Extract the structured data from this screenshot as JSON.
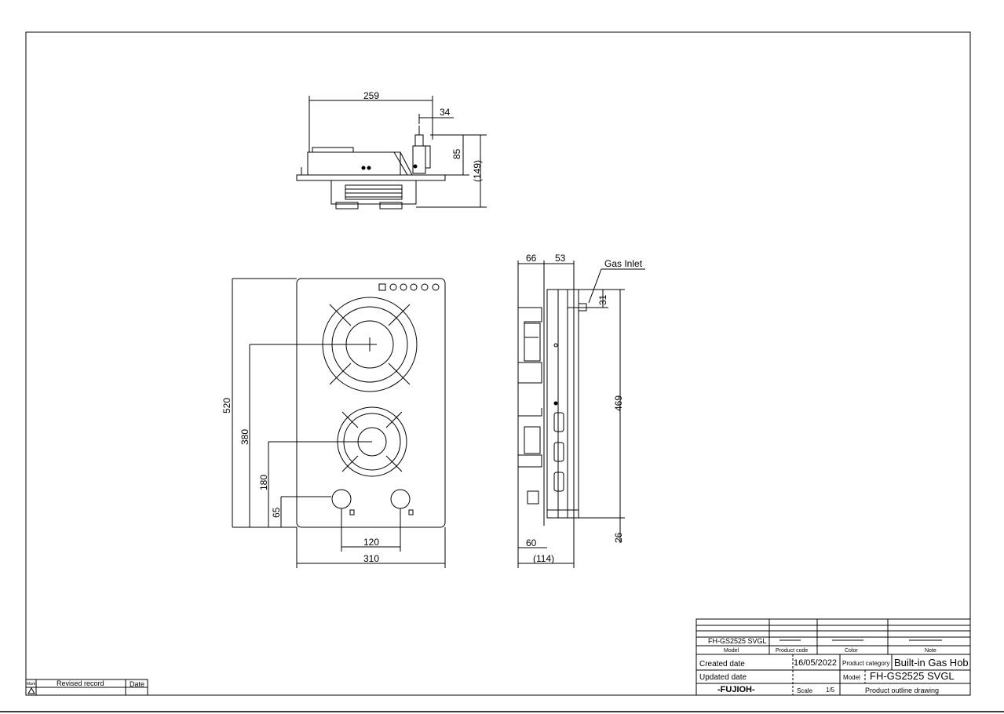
{
  "dimensions": {
    "top_width": "259",
    "top_offset": "34",
    "top_height": "85",
    "top_total_height": "(149)",
    "front_height": "520",
    "front_burner1": "380",
    "front_burner2": "180",
    "front_knob": "65",
    "front_knob_spacing": "120",
    "front_width": "310",
    "side_top_left": "66",
    "side_top_right": "53",
    "side_height": "469",
    "side_inlet": "31",
    "side_bottom": "26",
    "side_depth": "60",
    "side_total_depth": "(114)"
  },
  "labels": {
    "gas_inlet": "Gas Inlet"
  },
  "title_block": {
    "model_value": "FH-GS2525 SVGL",
    "model_label": "Model",
    "product_code_label": "Product code",
    "color_label": "Color",
    "note_label": "Note",
    "created_date_label": "Created date",
    "created_date_value": "16/05/2022",
    "product_category_label": "Product category",
    "product_category_value": "Built-in Gas Hob",
    "updated_date_label": "Updated date",
    "model_label_small": "Model",
    "model_big": "FH-GS2525 SVGL",
    "brand": "-FUJIOH-",
    "scale_label": "Scale",
    "scale_value": "1/5",
    "drawing_type": "Product outline drawing"
  },
  "revision_block": {
    "mark_label": "Mark",
    "revised_record_label": "Revised record",
    "date_label": "Date"
  }
}
